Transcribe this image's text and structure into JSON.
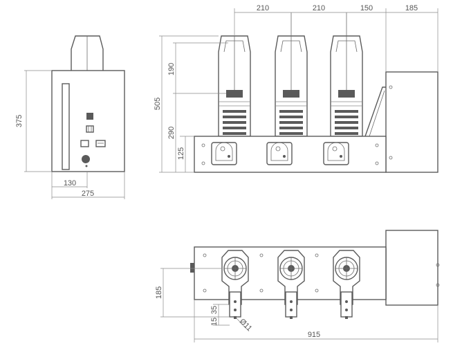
{
  "drawing": {
    "side_view": {
      "height_375": "375",
      "width_130": "130",
      "width_275": "275"
    },
    "front_view": {
      "pitch_1": "210",
      "pitch_2": "210",
      "offset_150": "150",
      "housing_185": "185",
      "total_height_505": "505",
      "terminal_190": "190",
      "base_290": "290",
      "frame_125": "125"
    },
    "top_view": {
      "depth_185": "185",
      "terminal_35": "35",
      "terminal_15": "15",
      "hole_dia": "Ø11",
      "total_width_915": "915"
    }
  }
}
